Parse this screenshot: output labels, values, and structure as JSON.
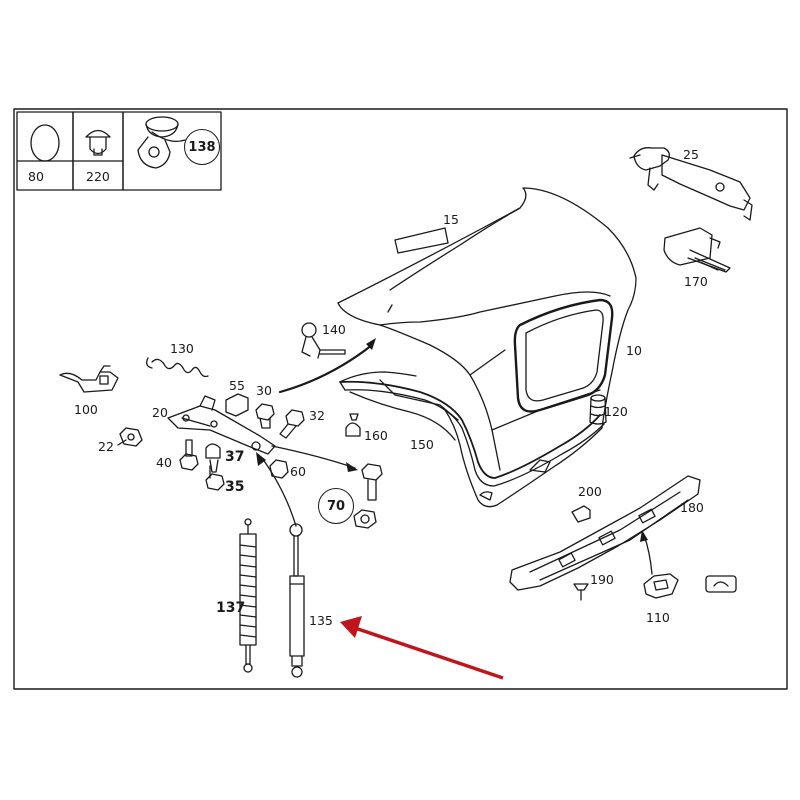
{
  "callouts": {
    "c80": "80",
    "c220": "220",
    "c138": "138",
    "c25": "25",
    "c15": "15",
    "c170": "170",
    "c10": "10",
    "c130": "130",
    "c140": "140",
    "c100": "100",
    "c55": "55",
    "c30": "30",
    "c20": "20",
    "c32": "32",
    "c160": "160",
    "c120": "120",
    "c22": "22",
    "c150": "150",
    "c40": "40",
    "c37": "37",
    "c60": "60",
    "c35": "35",
    "c70": "70",
    "c200": "200",
    "c180": "180",
    "c190": "190",
    "c110": "110",
    "c137": "137",
    "c135": "135"
  },
  "colors": {
    "line": "#1a1a1a",
    "highlight_arrow": "#c0161b"
  }
}
